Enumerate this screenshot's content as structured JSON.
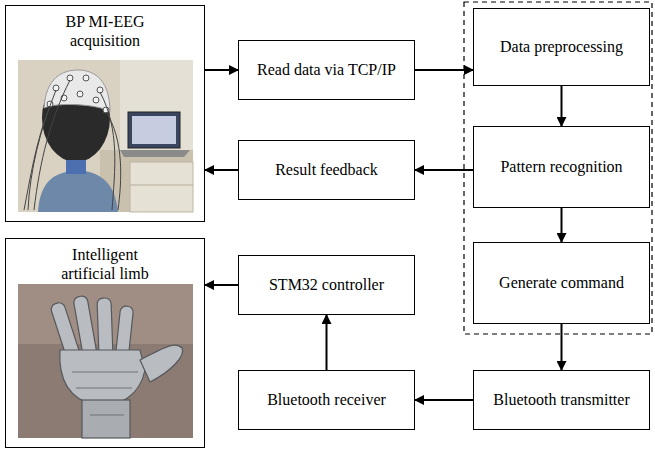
{
  "diagram": {
    "nodes": [
      {
        "text": [
          "BP MI-EEG acquisition"
        ]
      },
      {
        "text": [
          "Read data via TCP/IP"
        ]
      },
      {
        "text": [
          "Data preprocessing"
        ]
      },
      {
        "text": [
          "Result feedback"
        ]
      },
      {
        "text": [
          "Pattern recognition"
        ]
      },
      {
        "text": [
          "Intelligent artificial limb"
        ]
      },
      {
        "text": [
          "STM32 controller"
        ]
      },
      {
        "text": [
          "Generate command"
        ]
      },
      {
        "text": [
          "Bluetooth receiver"
        ]
      },
      {
        "text": [
          "Bluetooth transmitter"
        ]
      }
    ],
    "edges": [
      {
        "from": 0,
        "to": 1,
        "arrow": "to"
      },
      {
        "from": 1,
        "to": 2,
        "arrow": "to"
      },
      {
        "from": 2,
        "to": 4,
        "arrow": "to"
      },
      {
        "from": 4,
        "to": 3,
        "arrow": "to"
      },
      {
        "from": 3,
        "to": 0,
        "arrow": "to"
      },
      {
        "from": 4,
        "to": 7,
        "arrow": "to"
      },
      {
        "from": 7,
        "to": 9,
        "arrow": "to"
      },
      {
        "from": 9,
        "to": 8,
        "arrow": "to"
      },
      {
        "from": 8,
        "to": 6,
        "arrow": "to"
      },
      {
        "from": 6,
        "to": 5,
        "arrow": "to"
      }
    ]
  }
}
